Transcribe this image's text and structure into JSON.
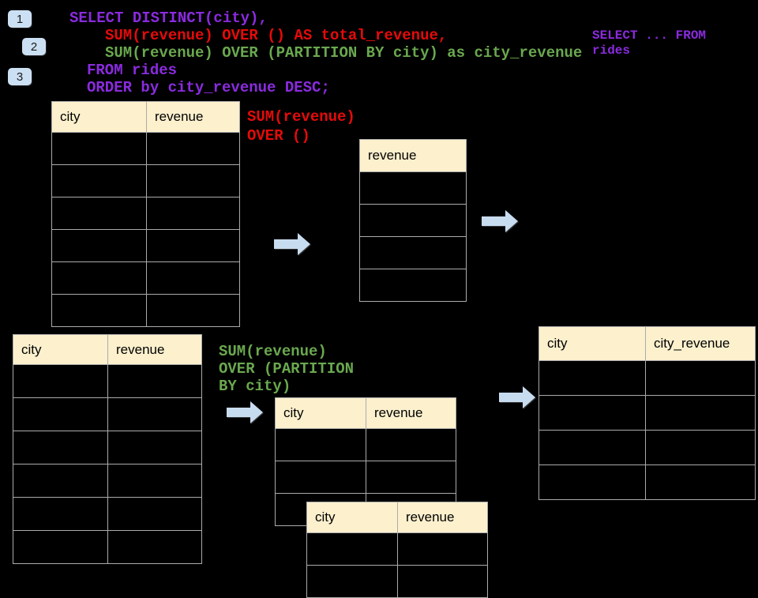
{
  "colors": {
    "background": "#000000",
    "table_header_bg": "#FCF0CD",
    "table_border": "#ABABAB",
    "arrow_fill": "#C8DCF0",
    "badge_bg": "#CCE0F4",
    "sql_purple": "#8B2BE0",
    "sql_red": "#E60A0A",
    "sql_green": "#6AA84F"
  },
  "badges": [
    {
      "label": "1"
    },
    {
      "label": "2"
    },
    {
      "label": "3"
    }
  ],
  "code": {
    "lines": [
      {
        "text": "SELECT DISTINCT(city),",
        "color": "#8B2BE0"
      },
      {
        "text": "SUM(revenue) OVER () AS total_revenue,",
        "color": "#E60A0A"
      },
      {
        "text": "SUM(revenue) OVER (PARTITION BY city) as city_revenue",
        "color": "#6AA84F"
      },
      {
        "text": "FROM rides",
        "color": "#8B2BE0"
      },
      {
        "text": "ORDER by city_revenue DESC;",
        "color": "#8B2BE0"
      }
    ]
  },
  "side_note": {
    "color": "#8B2BE0",
    "lines": [
      {
        "text": "SELECT ... FROM"
      },
      {
        "text": "rides"
      }
    ]
  },
  "annotations": {
    "total": {
      "color": "#E60A0A",
      "lines": [
        {
          "text": "SUM(revenue)"
        },
        {
          "text": "OVER ()"
        }
      ]
    },
    "partition": {
      "color": "#6AA84F",
      "lines": [
        {
          "text": "SUM(revenue)"
        },
        {
          "text": "OVER (PARTITION"
        },
        {
          "text": "BY city)"
        }
      ]
    }
  },
  "tables": {
    "source_top": {
      "headers": [
        "city",
        "revenue"
      ],
      "row_count": 6,
      "rows_empty": true
    },
    "total_result": {
      "headers": [
        "revenue"
      ],
      "row_count": 4,
      "rows_empty": true
    },
    "source_bottom": {
      "headers": [
        "city",
        "revenue"
      ],
      "row_count": 6,
      "rows_empty": true
    },
    "partition_a": {
      "headers": [
        "city",
        "revenue"
      ],
      "row_count": 3,
      "rows_empty": true
    },
    "partition_b": {
      "headers": [
        "city",
        "revenue"
      ],
      "row_count": 2,
      "rows_empty": true
    },
    "city_result": {
      "headers": [
        "city",
        "city_revenue"
      ],
      "row_count": 4,
      "rows_empty": true
    }
  }
}
